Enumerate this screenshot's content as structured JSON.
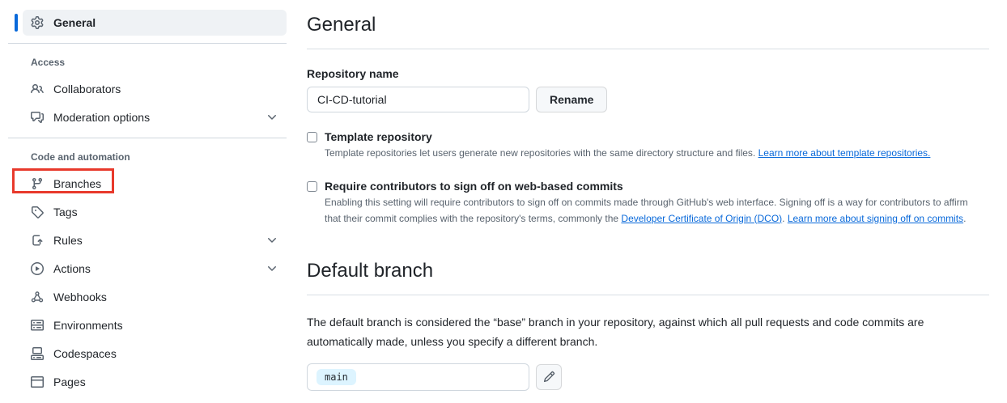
{
  "colors": {
    "accent_blue": "#0969da",
    "link": "#0969da",
    "annotation_red": "#e8392b",
    "selected_item_bg": "#eff2f5",
    "branch_badge_bg": "#ddf4ff",
    "muted_text": "#59636e"
  },
  "sidebar": {
    "selected": {
      "label": "General",
      "icon": "gear-icon"
    },
    "sections": [
      {
        "title": "Access",
        "items": [
          {
            "label": "Collaborators",
            "icon": "people-icon"
          },
          {
            "label": "Moderation options",
            "icon": "comment-discussion-icon",
            "chevron": true
          }
        ]
      },
      {
        "title": "Code and automation",
        "items": [
          {
            "label": "Branches",
            "icon": "git-branch-icon",
            "annotated": true
          },
          {
            "label": "Tags",
            "icon": "tag-icon"
          },
          {
            "label": "Rules",
            "icon": "rules-icon",
            "chevron": true
          },
          {
            "label": "Actions",
            "icon": "play-icon",
            "chevron": true
          },
          {
            "label": "Webhooks",
            "icon": "webhook-icon"
          },
          {
            "label": "Environments",
            "icon": "server-icon"
          },
          {
            "label": "Codespaces",
            "icon": "codespaces-icon"
          },
          {
            "label": "Pages",
            "icon": "browser-icon"
          }
        ]
      }
    ]
  },
  "main": {
    "general": {
      "heading": "General",
      "repo_name_label": "Repository name",
      "repo_name_value": "CI-CD-tutorial",
      "rename_button": "Rename",
      "template_checkbox": {
        "label": "Template repository",
        "description": "Template repositories let users generate new repositories with the same directory structure and files. ",
        "link": "Learn more about template repositories."
      },
      "signoff_checkbox": {
        "label": "Require contributors to sign off on web-based commits",
        "description_part1": "Enabling this setting will require contributors to sign off on commits made through GitHub's web interface. Signing off is a way for contributors to affirm that their commit complies with the repository's terms, commonly the ",
        "link1": "Developer Certificate of Origin (DCO)",
        "separator": ". ",
        "link2": "Learn more about signing off on commits",
        "terminator": "."
      }
    },
    "default_branch": {
      "heading": "Default branch",
      "description": "The default branch is considered the “base” branch in your repository, against which all pull requests and code commits are automatically made, unless you specify a different branch.",
      "branch_name": "main"
    }
  }
}
